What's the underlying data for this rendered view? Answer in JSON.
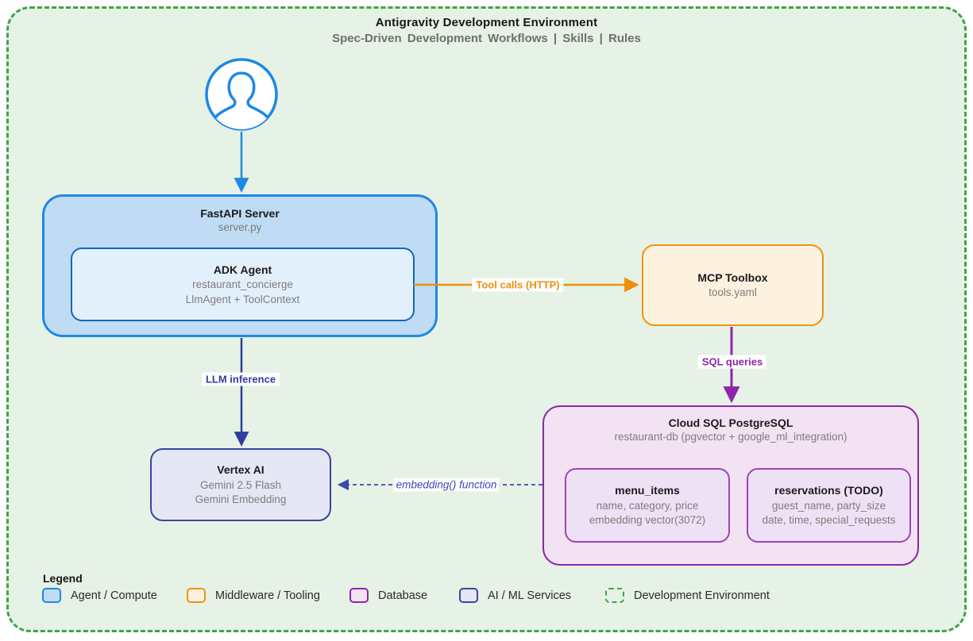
{
  "header": {
    "title": "Antigravity Development Environment",
    "subtitle": "Spec-Driven Development Workflows | Skills | Rules"
  },
  "colors": {
    "env_fill": "#E5F2E5",
    "env_border": "#41A347",
    "agent_fill": "#BFDCF4",
    "agent_border": "#1E88E5",
    "agent_inner_fill": "#E2F0FC",
    "agent_inner_border": "#1565C0",
    "middleware_fill": "#FCF2DF",
    "middleware_border": "#F0930F",
    "database_fill": "#F3E2F2",
    "database_border": "#8E24AA",
    "database_inner_fill": "#EDE2F5",
    "database_inner_border": "#9C44B4",
    "ai_fill": "#E6E7F4",
    "ai_border": "#3845A5"
  },
  "nodes": {
    "user": {
      "icon": "person-icon"
    },
    "fastapi": {
      "title": "FastAPI Server",
      "subtitle": "server.py"
    },
    "adk_agent": {
      "title": "ADK Agent",
      "lines": [
        "restaurant_concierge",
        "LlmAgent + ToolContext"
      ]
    },
    "mcp_toolbox": {
      "title": "MCP Toolbox",
      "subtitle": "tools.yaml"
    },
    "cloud_sql": {
      "title": "Cloud SQL PostgreSQL",
      "subtitle": "restaurant-db (pgvector + google_ml_integration)"
    },
    "menu_items": {
      "title": "menu_items",
      "lines": [
        "name, category, price",
        "embedding vector(3072)"
      ]
    },
    "reservations": {
      "title": "reservations (TODO)",
      "lines": [
        "guest_name, party_size",
        "date, time, special_requests"
      ]
    },
    "vertex_ai": {
      "title": "Vertex AI",
      "lines": [
        "Gemini 2.5 Flash",
        "Gemini Embedding"
      ]
    }
  },
  "edges": {
    "user_request": {
      "color": "#1E88E5"
    },
    "tool_calls": {
      "label": "Tool calls (HTTP)",
      "color": "#EE8F0D"
    },
    "sql_queries": {
      "label": "SQL queries",
      "color": "#8E24AA"
    },
    "llm_inference": {
      "label": "LLM inference",
      "color": "#2E3D9E"
    },
    "embedding_function": {
      "label": "embedding() function",
      "color": "#3A4AB0"
    }
  },
  "legend": {
    "title": "Legend",
    "items": [
      {
        "label": "Agent / Compute",
        "fill": "#BFDCF4",
        "border": "#1E88E5",
        "border_style": "solid"
      },
      {
        "label": "Middleware / Tooling",
        "fill": "#FCF2DF",
        "border": "#F0930F",
        "border_style": "solid"
      },
      {
        "label": "Database",
        "fill": "#F3E2F2",
        "border": "#8E24AA",
        "border_style": "solid"
      },
      {
        "label": "AI / ML Services",
        "fill": "#E6E7F4",
        "border": "#3845A5",
        "border_style": "solid"
      },
      {
        "label": "Development Environment",
        "fill": "transparent",
        "border": "#41A347",
        "border_style": "dashed"
      }
    ]
  }
}
